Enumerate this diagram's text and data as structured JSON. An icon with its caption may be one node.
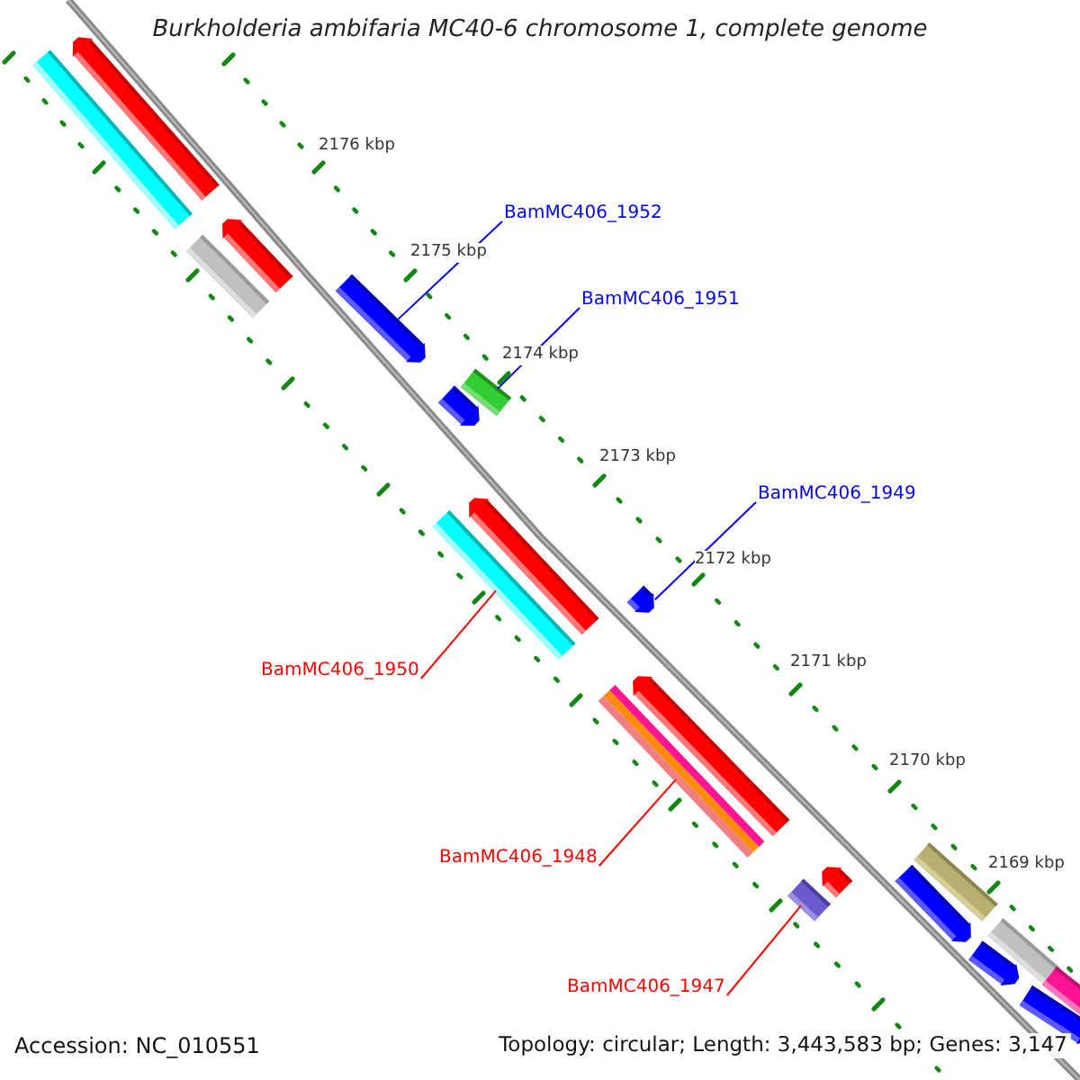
{
  "diagram": {
    "title": "Burkholderia ambifaria MC40-6 chromosome 1, complete genome",
    "nodes": [
      {
        "text": [
          "BamMC406_1952"
        ]
      },
      {
        "text": [],
        "shape": "arrow"
      },
      {
        "text": [
          "BamMC406_1951"
        ]
      },
      {
        "text": [],
        "shape": "bar"
      },
      {
        "text": [
          "BamMC406_1949"
        ]
      },
      {
        "text": [],
        "shape": "arrow"
      },
      {
        "text": [
          "BamMC406_1950"
        ]
      },
      {
        "text": [],
        "shape": "bar"
      },
      {
        "text": [
          "BamMC406_1948"
        ]
      },
      {
        "text": [],
        "shape": "bar"
      },
      {
        "text": [
          "BamMC406_1947"
        ]
      },
      {
        "text": [],
        "shape": "bar"
      }
    ],
    "edges": [
      {
        "from": 0,
        "to": 1,
        "arrow": "none",
        "color": "#0000ff"
      },
      {
        "from": 2,
        "to": 3,
        "arrow": "none",
        "color": "#0000ff"
      },
      {
        "from": 4,
        "to": 5,
        "arrow": "none",
        "color": "#0000ff"
      },
      {
        "from": 6,
        "to": 7,
        "arrow": "none",
        "color": "#ff0000"
      },
      {
        "from": 8,
        "to": 9,
        "arrow": "none",
        "color": "#ff0000"
      },
      {
        "from": 10,
        "to": 11,
        "arrow": "none",
        "color": "#ff0000"
      }
    ],
    "labels": [
      "2176 kbp",
      "2175 kbp",
      "2174 kbp",
      "2173 kbp",
      "2172 kbp",
      "2171 kbp",
      "2170 kbp",
      "2169 kbp",
      "Accession: NC_010551",
      "Topology: circular; Length: 3,443,583 bp; Genes: 3,147"
    ]
  }
}
